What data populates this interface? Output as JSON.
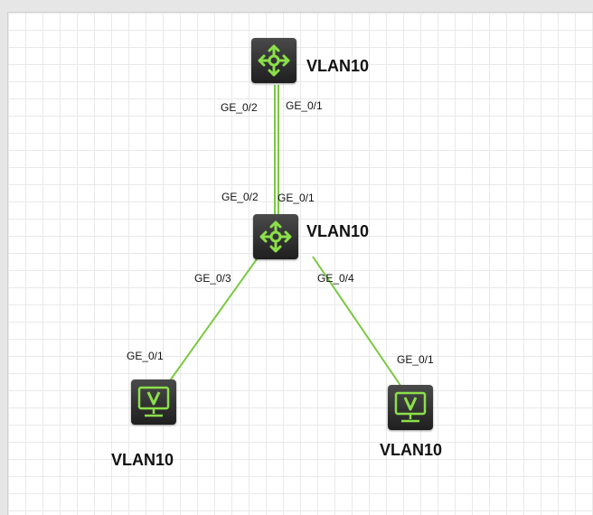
{
  "colors": {
    "link": "#7ac943",
    "icon_accent": "#8be04a",
    "node_bg": "#2a2a2a"
  },
  "devices": [
    {
      "id": "router-top",
      "type": "router",
      "icon": "router-icon",
      "label": "VLAN10"
    },
    {
      "id": "router-mid",
      "type": "router",
      "icon": "router-icon",
      "label": "VLAN10"
    },
    {
      "id": "host-left",
      "type": "host",
      "icon": "host-monitor-icon",
      "label": "VLAN10"
    },
    {
      "id": "host-right",
      "type": "host",
      "icon": "host-monitor-icon",
      "label": "VLAN10"
    }
  ],
  "links": [
    {
      "from": "router-top",
      "to": "router-mid",
      "from_port": "GE_0/2",
      "to_port": "GE_0/2"
    },
    {
      "from": "router-top",
      "to": "router-mid",
      "from_port": "GE_0/1",
      "to_port": "GE_0/1"
    },
    {
      "from": "router-mid",
      "to": "host-left",
      "from_port": "GE_0/3",
      "to_port": "GE_0/1"
    },
    {
      "from": "router-mid",
      "to": "host-right",
      "from_port": "GE_0/4",
      "to_port": "GE_0/1"
    }
  ]
}
